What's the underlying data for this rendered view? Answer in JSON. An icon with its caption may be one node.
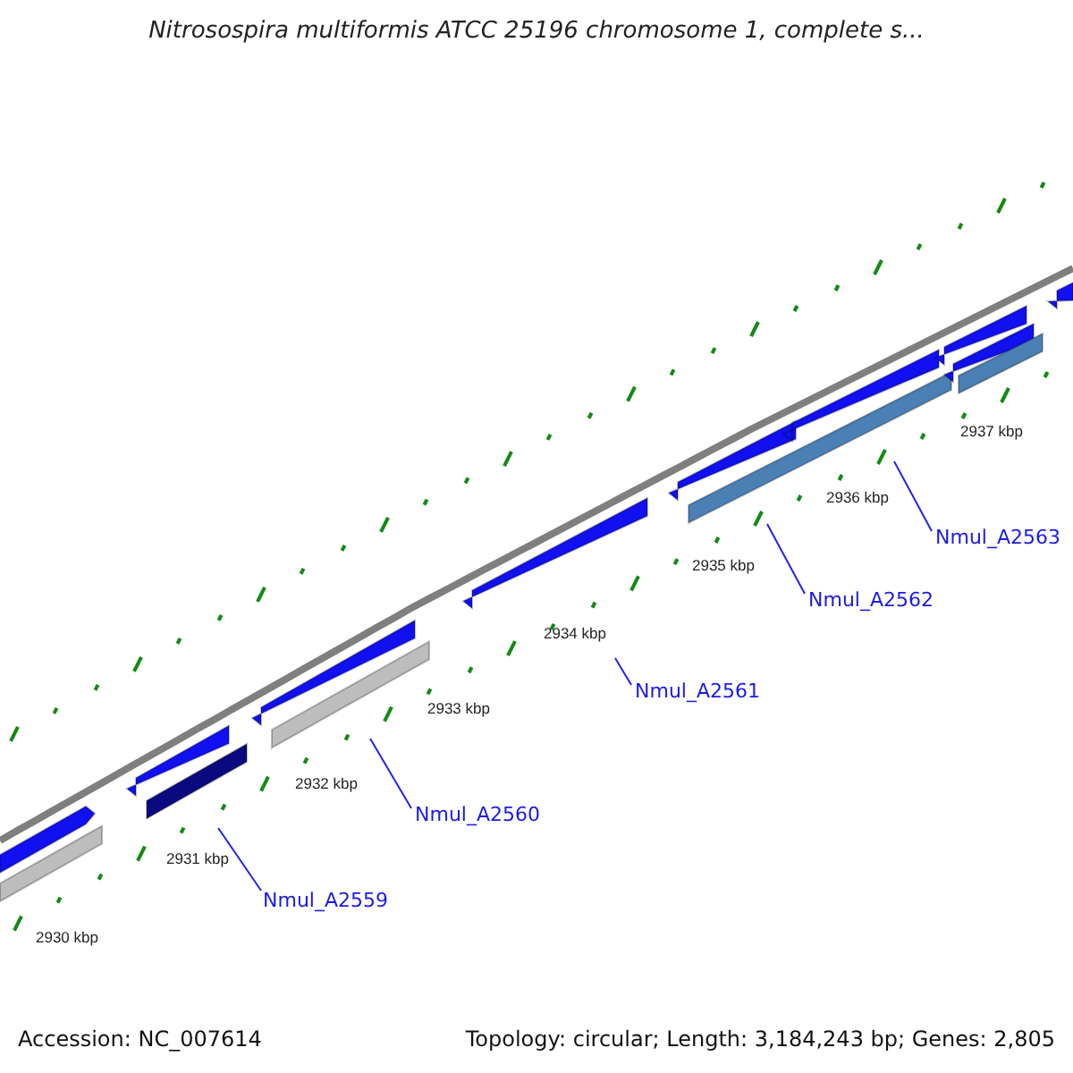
{
  "diagram": {
    "title": "Nitrosospira multiformis ATCC 25196 chromosome 1, complete s...",
    "nodes": [
      {
        "text": [
          "Nmul_A2559"
        ]
      },
      {
        "text": [
          "Nmul_A2560"
        ]
      },
      {
        "text": [
          "Nmul_A2561"
        ]
      },
      {
        "text": [
          "Nmul_A2562"
        ]
      },
      {
        "text": [
          "Nmul_A2563"
        ]
      }
    ],
    "edges": [
      {
        "from": 0,
        "to": null,
        "arrow": "none"
      },
      {
        "from": 1,
        "to": null,
        "arrow": "none"
      },
      {
        "from": 2,
        "to": null,
        "arrow": "none"
      },
      {
        "from": 3,
        "to": null,
        "arrow": "none"
      },
      {
        "from": 4,
        "to": null,
        "arrow": "none"
      }
    ],
    "labels": [
      "2937 kbp",
      "2936 kbp",
      "2935 kbp",
      "2934 kbp",
      "2933 kbp",
      "2932 kbp",
      "2931 kbp",
      "2930 kbp",
      "Accession: NC_007614",
      "Topology: circular; Length: 3,184,243 bp; Genes: 2,805"
    ]
  }
}
